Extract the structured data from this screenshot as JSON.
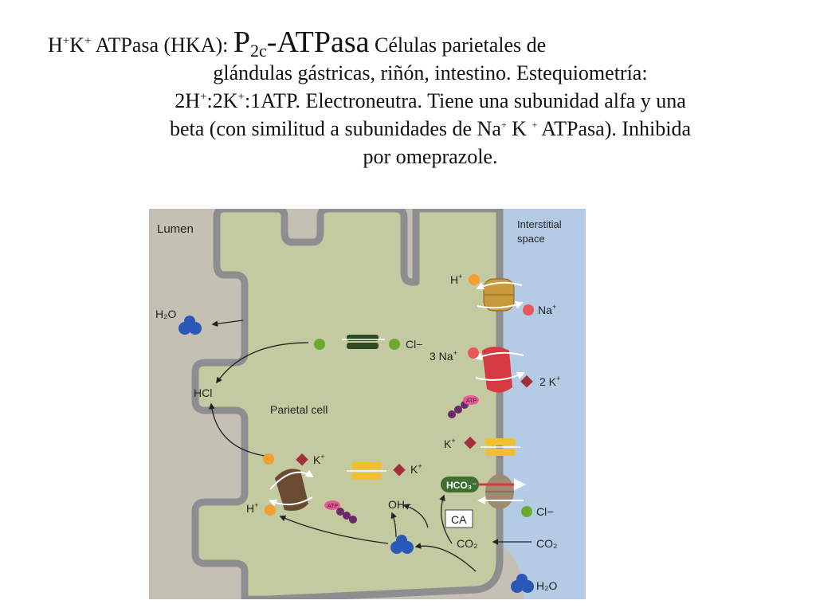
{
  "title": {
    "p1": "H",
    "p1_sup": "+",
    "p2": "K",
    "p2_sup": "+",
    "p3": " ATPasa (HKA): ",
    "p4_big": "P",
    "p4_sub": "2c",
    "p5_big": "-ATPasa",
    "p6": " Células parietales de",
    "line2": "glándulas gástricas, riñón, intestino.  Estequiometría:",
    "line3a": "2H",
    "line3a_sup": "+",
    "line3b": ":2K",
    "line3b_sup": "+",
    "line3c": ":1ATP.  Electroneutra. Tiene una subunidad alfa y una",
    "line4a": "beta (con similitud a subunidades de Na",
    "line4a_sup": "+",
    "line4b": " K ",
    "line4b_sup": "+",
    "line4c": " ATPasa).  Inhibida",
    "line5": "por omeprazole."
  },
  "diagram": {
    "lumen": "Lumen",
    "interstitial_1": "Interstitial",
    "interstitial_2": "space",
    "parietal_cell": "Parietal cell",
    "h2o_left": "H₂O",
    "h2o_bottom": "H₂O",
    "hcl": "HCl",
    "cl_channel": "Cl−",
    "h_right": "H",
    "h_right_sup": "+",
    "na_right": "Na",
    "na_right_sup": "+",
    "na3": "3 Na",
    "na3_sup": "+",
    "k2": "2 K",
    "k2_sup": "+",
    "k_right": "K",
    "k_right_sup": "+",
    "k_apical_left": "K",
    "k_apical_left_sup": "+",
    "k_apical_right": "K",
    "k_apical_right_sup": "+",
    "h_left": "H",
    "h_left_sup": "+",
    "atp": "ATP",
    "oh": "OH−",
    "hco3": "HCO₃⁻",
    "ca": "CA",
    "cl_right": "Cl−",
    "co2_inside": "CO₂",
    "co2_outside": "CO₂"
  },
  "colors": {
    "lumen_bg": "#c5c0b4",
    "cell": "#c4caa0",
    "membrane": "#8e8e90",
    "interstitial": "#b4cbe6",
    "proton": "#f0a030",
    "sodium": "#e85858",
    "potassium": "#a0303a",
    "chloride": "#6aaa30",
    "water": "#2a58b8",
    "hco3_label": "#3f6e30"
  }
}
